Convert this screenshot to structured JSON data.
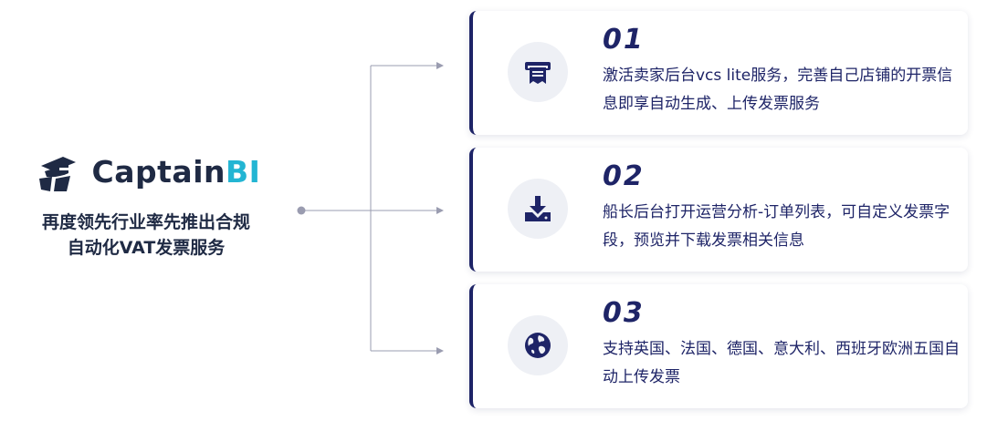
{
  "brand": {
    "logo_text_main": "Captain",
    "logo_text_accent": "BI",
    "tagline_line1": "再度领先行业率先推出合规",
    "tagline_line2": "自动化VAT发票服务"
  },
  "features": [
    {
      "number": "01",
      "icon": "invoice-printer-icon",
      "text": "激活卖家后台vcs lite服务，完善自己店铺的开票信息即享自动生成、上传发票服务"
    },
    {
      "number": "02",
      "icon": "download-icon",
      "text": "船长后台打开运营分析-订单列表，可自定义发票字段，预览并下载发票相关信息"
    },
    {
      "number": "03",
      "icon": "globe-icon",
      "text": "支持英国、法国、德国、意大利、西班牙欧洲五国自动上传发票"
    }
  ],
  "colors": {
    "navy": "#1e2467",
    "accent": "#23b5d3",
    "connector": "#9a9cb0"
  }
}
